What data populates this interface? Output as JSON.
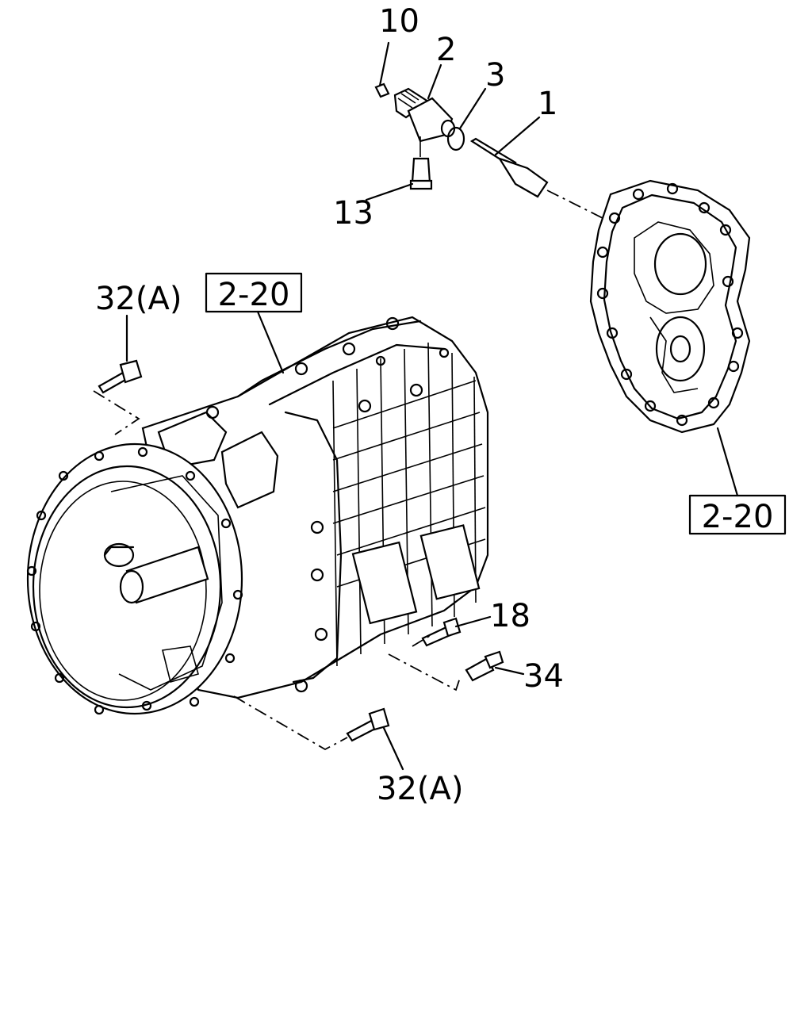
{
  "callouts": {
    "p10": "10",
    "p2": "2",
    "p3": "3",
    "p1": "1",
    "p13": "13",
    "p32a_top": "32(A)",
    "p32a_bottom": "32(A)",
    "p18": "18",
    "p34": "34"
  },
  "references": {
    "ref_case": "2-20",
    "ref_cover": "2-20"
  }
}
